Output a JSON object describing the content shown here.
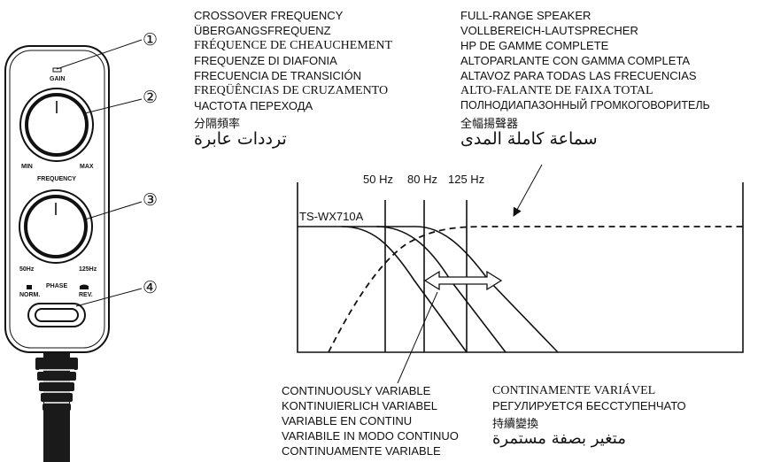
{
  "crossover_labels": [
    "CROSSOVER FREQUENCY",
    "ÜBERGANGSFREQUENZ",
    "FRÉQUENCE DE CHEAUCHEMENT",
    "FREQUENZE DI DIAFONIA",
    "FRECUENCIA DE TRANSICIÓN",
    "FREQÜÊNCIAS DE CRUZAMENTO",
    "ЧАСТОТА ПЕРЕХОДА",
    "分隔頻率",
    "ترددات عابرة"
  ],
  "fullrange_labels": [
    "FULL-RANGE SPEAKER",
    "VOLLBEREICH-LAUTSPRECHER",
    "HP DE GAMME COMPLETE",
    "ALTOPARLANTE CON GAMMA COMPLETA",
    "ALTAVOZ PARA TODAS LAS FRECUENCIAS",
    "ALTO-FALANTE DE FAIXA TOTAL",
    "ПОЛНОДИАПАЗОННЫЙ ГРОМКОГОВОРИТЕЛЬ",
    "全幅揚聲器",
    "سماعة كاملة المدى"
  ],
  "variable_labels_left": [
    "CONTINUOUSLY VARIABLE",
    "KONTINUIERLICH VARIABEL",
    "VARIABLE EN CONTINU",
    "VARIABILE IN MODO CONTINUO",
    "CONTINUAMENTE VARIABLE"
  ],
  "variable_labels_right": [
    "CONTINAMENTE VARIÁVEL",
    "РЕГУЛИРУЕТСЯ БЕССТУПЕНЧАТО",
    "持續變換",
    "متغير بصفة مستمرة"
  ],
  "frequencies": [
    "50 Hz",
    "80 Hz",
    "125 Hz"
  ],
  "model": "TS-WX710A",
  "remote": {
    "gain_label": "GAIN",
    "gain_min": "MIN",
    "gain_max": "MAX",
    "frequency_label": "FREQUENCY",
    "freq_min": "50Hz",
    "freq_max": "125Hz",
    "phase_label": "PHASE",
    "phase_normal": "NORM.",
    "phase_reverse": "REV."
  },
  "callouts": [
    "①",
    "②",
    "③",
    "④"
  ]
}
